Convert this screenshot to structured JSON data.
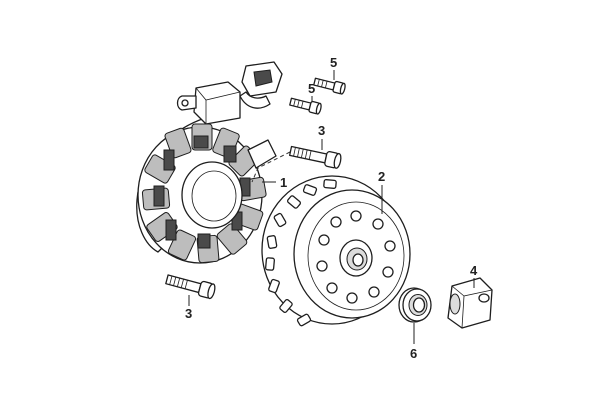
{
  "callouts": [
    {
      "id": "stator",
      "label": "1"
    },
    {
      "id": "flywheel",
      "label": "2"
    },
    {
      "id": "bolt_upper",
      "label": "3"
    },
    {
      "id": "bolt_lower",
      "label": "3"
    },
    {
      "id": "nut",
      "label": "4"
    },
    {
      "id": "screw_top",
      "label": "5"
    },
    {
      "id": "screw_mid",
      "label": "5"
    },
    {
      "id": "seal",
      "label": "6"
    }
  ]
}
